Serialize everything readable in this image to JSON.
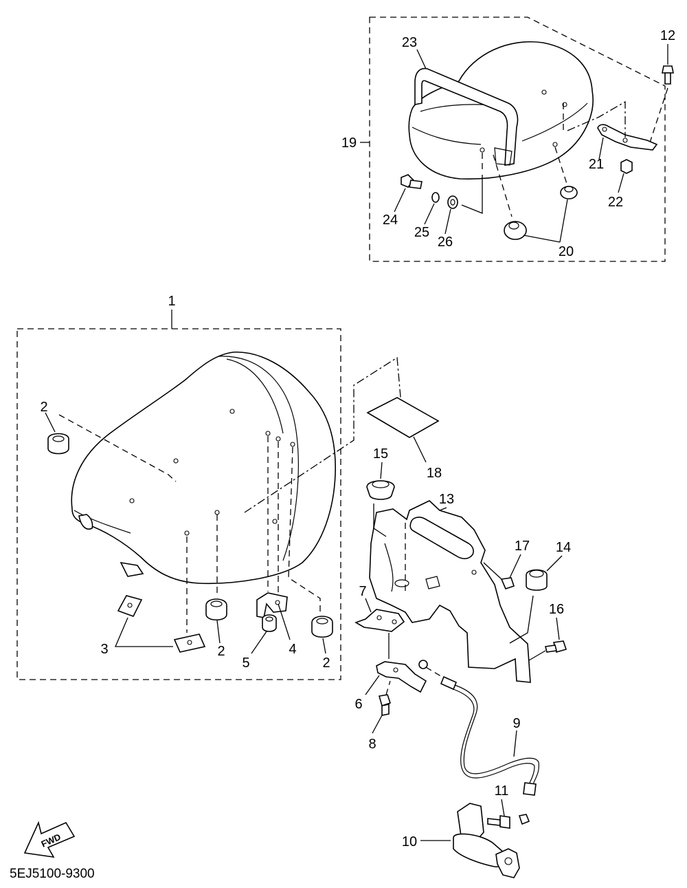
{
  "diagram": {
    "catalog_code": "5EJ5100-9300",
    "fwd_label": "FWD",
    "callouts": {
      "c1": "1",
      "c2a": "2",
      "c2b": "2",
      "c2c": "2",
      "c3": "3",
      "c4": "4",
      "c5": "5",
      "c6": "6",
      "c7": "7",
      "c8": "8",
      "c9": "9",
      "c10": "10",
      "c11": "11",
      "c12": "12",
      "c13": "13",
      "c14": "14",
      "c15": "15",
      "c16": "16",
      "c17": "17",
      "c18": "18",
      "c19": "19",
      "c20": "20",
      "c21": "21",
      "c22": "22",
      "c23": "23",
      "c24": "24",
      "c25": "25",
      "c26": "26"
    }
  }
}
